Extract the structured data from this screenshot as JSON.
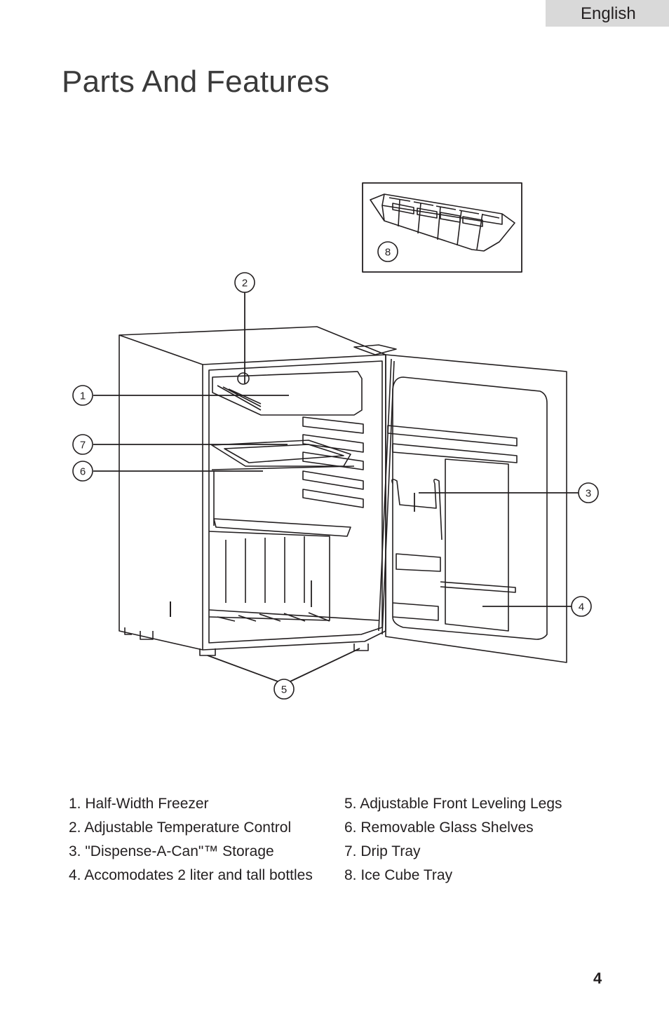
{
  "header": {
    "language": "English"
  },
  "title": "Parts And Features",
  "figure": {
    "callouts": [
      {
        "number": "1"
      },
      {
        "number": "2"
      },
      {
        "number": "3"
      },
      {
        "number": "4"
      },
      {
        "number": "5"
      },
      {
        "number": "6"
      },
      {
        "number": "7"
      },
      {
        "number": "8"
      }
    ]
  },
  "legend": {
    "left": [
      "1. Half-Width Freezer",
      "2. Adjustable Temperature Control",
      "3. \"Dispense-A-Can\"™ Storage",
      "4. Accomodates 2 liter and tall bottles"
    ],
    "right": [
      "5. Adjustable Front Leveling Legs",
      "6. Removable Glass Shelves",
      "7. Drip Tray",
      "8. Ice Cube Tray"
    ]
  },
  "footer": {
    "page_number": "4"
  }
}
